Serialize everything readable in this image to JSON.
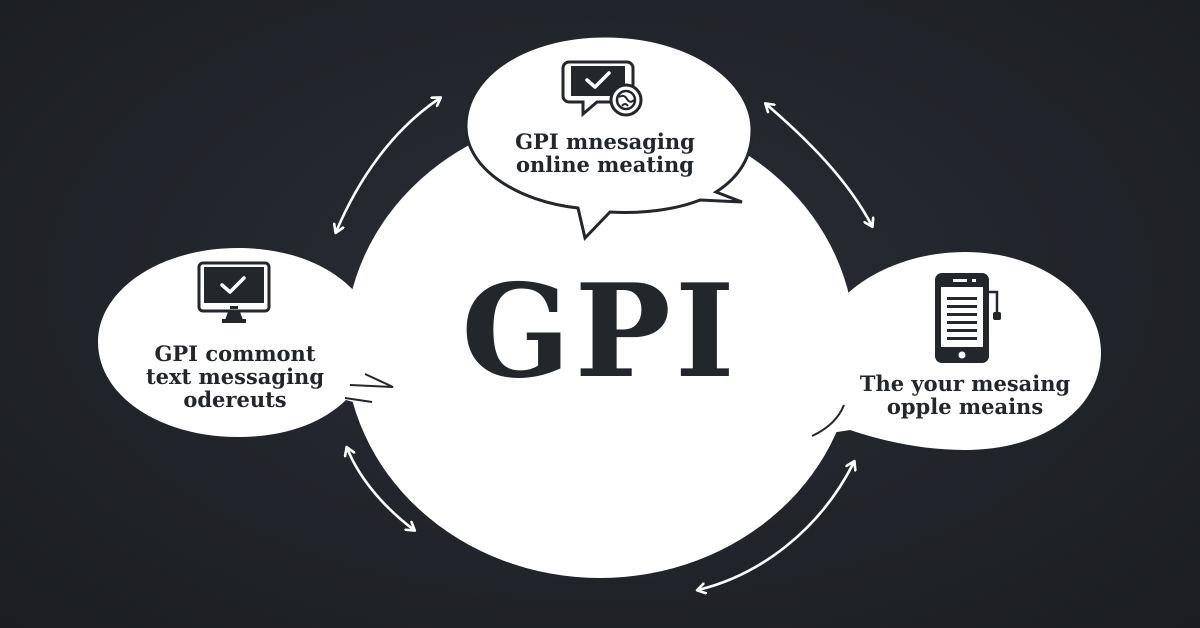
{
  "diagram": {
    "center": {
      "title": "GPI"
    },
    "nodes": [
      {
        "id": "top",
        "icon": "chat-check-globe-icon",
        "lines": [
          "GPI mnesaging",
          "online meating"
        ]
      },
      {
        "id": "left",
        "icon": "monitor-check-icon",
        "lines": [
          "GPI commont",
          "text messaging",
          "odereuts"
        ]
      },
      {
        "id": "right",
        "icon": "smartphone-document-icon",
        "lines": [
          "The  your mesaing",
          "opple meains"
        ]
      }
    ],
    "connectors": [
      {
        "from": "left",
        "to": "top",
        "type": "double-arrow"
      },
      {
        "from": "top",
        "to": "right",
        "type": "double-arrow"
      },
      {
        "from": "left",
        "to": "center-bottom",
        "type": "double-arrow"
      },
      {
        "from": "center-bottom",
        "to": "right",
        "type": "double-arrow"
      }
    ]
  },
  "colors": {
    "background": "#22252b",
    "bubble_fill": "#ffffff",
    "ink": "#23262b",
    "arrow": "#ffffff"
  }
}
